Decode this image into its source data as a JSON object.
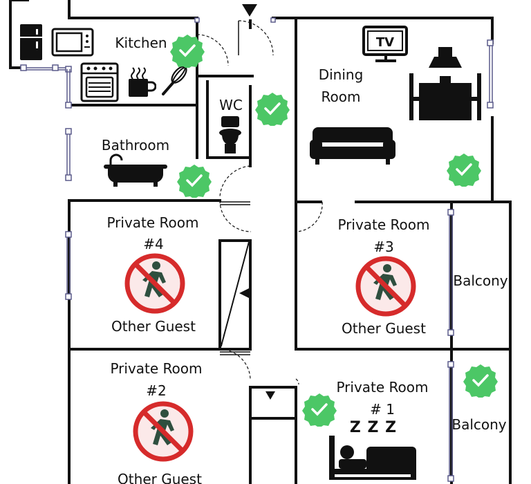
{
  "rooms": {
    "kitchen": "Kitchen",
    "wc": "WC",
    "dining_line1": "Dining",
    "dining_line2": "Room",
    "bathroom": "Bathroom",
    "room4_title": "Private Room",
    "room4_num": "#4",
    "room4_status": "Other Guest",
    "room3_title": "Private Room",
    "room3_num": "#3",
    "room3_status": "Other Guest",
    "room2_title": "Private Room",
    "room2_num": "#2",
    "room2_status": "Other Guest",
    "room1_title": "Private Room",
    "room1_num": "# 1",
    "balcony_upper": "Balcony",
    "balcony_lower": "Balcony"
  },
  "appliances": {
    "tv_label": "TV",
    "sleep_text": "Z Z Z"
  },
  "icons": {
    "available": "green-check-badge-icon",
    "occupied": "no-entry-person-icon",
    "fridge": "fridge-icon",
    "microwave": "microwave-icon",
    "stove": "stove-icon",
    "mug": "coffee-mug-icon",
    "whisk": "whisk-icon",
    "toilet": "toilet-icon",
    "tv": "tv-icon",
    "dining_table": "dining-table-icon",
    "sofa": "sofa-icon",
    "bathtub": "bathtub-icon",
    "bed": "sleeping-bed-icon"
  },
  "colors": {
    "wall": "#111111",
    "available_badge": "#4cc766",
    "no_entry_red": "#d62b2b",
    "window_frame": "#5a5a8a"
  }
}
